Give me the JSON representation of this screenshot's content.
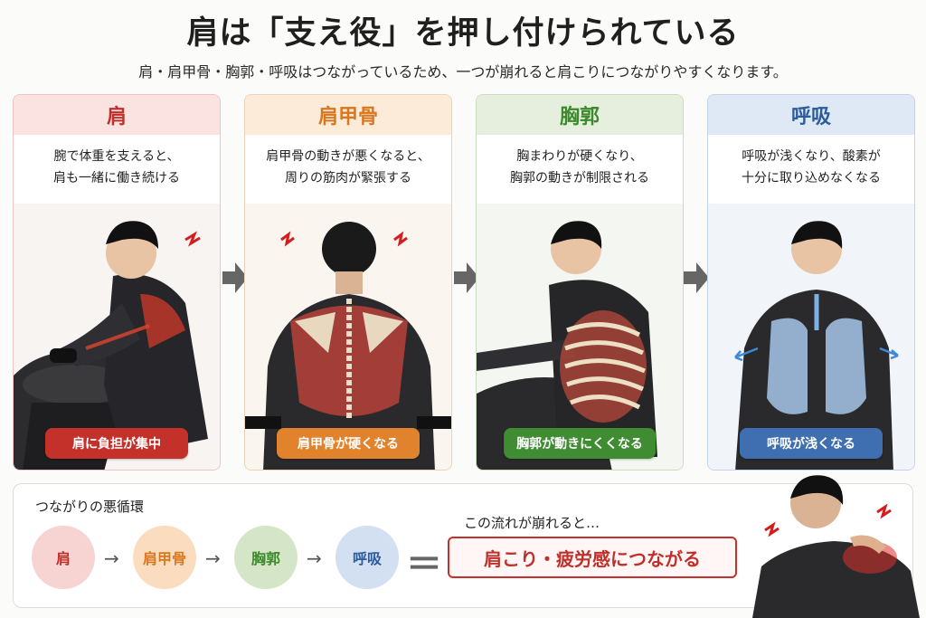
{
  "title": "肩は「支え役」を押し付けられている",
  "subtitle": "肩・肩甲骨・胸郭・呼吸はつながっているため、一つが崩れると肩こりにつながりやすくなります。",
  "panels": [
    {
      "heading": "肩",
      "line1": "腕で体重を支えると、",
      "line2": "肩も一緒に働き続ける",
      "badge": "肩に負担が集中"
    },
    {
      "heading": "肩甲骨",
      "line1": "肩甲骨の動きが悪くなると、",
      "line2": "周りの筋肉が緊張する",
      "badge": "肩甲骨が硬くなる"
    },
    {
      "heading": "胸郭",
      "line1": "胸まわりが硬くなり、",
      "line2": "胸郭の動きが制限される",
      "badge": "胸郭が動きにくくなる"
    },
    {
      "heading": "呼吸",
      "line1": "呼吸が浅くなり、酸素が",
      "line2": "十分に取り込めなくなる",
      "badge": "呼吸が浅くなる"
    }
  ],
  "cycle": {
    "label": "つながりの悪循環",
    "nodes": [
      "肩",
      "肩甲骨",
      "胸郭",
      "呼吸"
    ],
    "arrow": "→",
    "equals": "＝",
    "flow_text": "この流れが崩れると…",
    "result": "肩こり・疲労感につながる"
  },
  "colors": {
    "shoulder": "#c4312b",
    "scapula": "#e1832c",
    "thorax": "#3f8c32",
    "breathing": "#3f6fb0"
  }
}
